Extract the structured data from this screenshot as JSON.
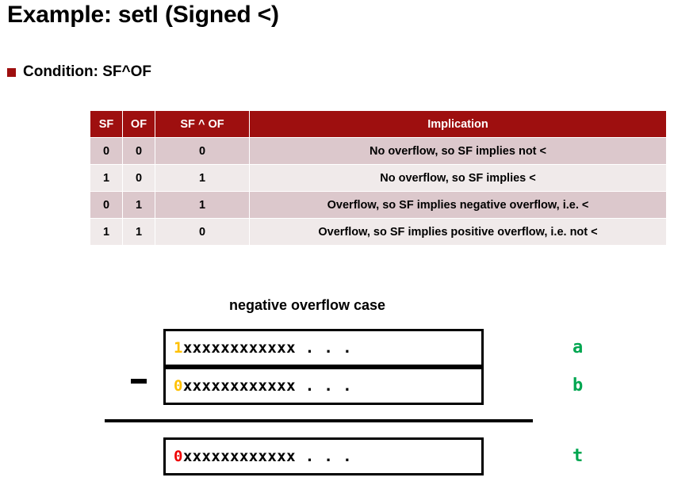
{
  "slide": {
    "title": "Example: setl (Signed <)"
  },
  "bullet": {
    "marker": "square-bullet",
    "text": "Condition: SF^OF"
  },
  "table": {
    "headers": [
      "SF",
      "OF",
      "SF ^ OF",
      "Implication"
    ],
    "rows": [
      {
        "sf": "0",
        "of": "0",
        "xor": "0",
        "implication": "No overflow, so SF implies not <"
      },
      {
        "sf": "1",
        "of": "0",
        "xor": "1",
        "implication": "No overflow, so SF implies <"
      },
      {
        "sf": "0",
        "of": "1",
        "xor": "1",
        "implication": "Overflow, so SF implies negative overflow, i.e. <"
      },
      {
        "sf": "1",
        "of": "1",
        "xor": "0",
        "implication": "Overflow, so SF implies positive overflow, i.e. not <"
      }
    ]
  },
  "diagram": {
    "caption": "negative overflow case",
    "operator": "-",
    "rows": [
      {
        "msb": "1",
        "bits": "xxxxxxxxxxxx . . .",
        "label": "a"
      },
      {
        "msb": "0",
        "bits": "xxxxxxxxxxxx . . .",
        "label": "b"
      },
      {
        "msb": "0",
        "bits": "xxxxxxxxxxxx . . .",
        "label": "t"
      }
    ]
  },
  "colors": {
    "header_red": "#9E0F0F",
    "row_dark": "#DCC8CC",
    "row_light": "#F0EAEA",
    "msb_gold": "#FFC000",
    "msb_red": "#EE0000",
    "label_green": "#00A650"
  }
}
